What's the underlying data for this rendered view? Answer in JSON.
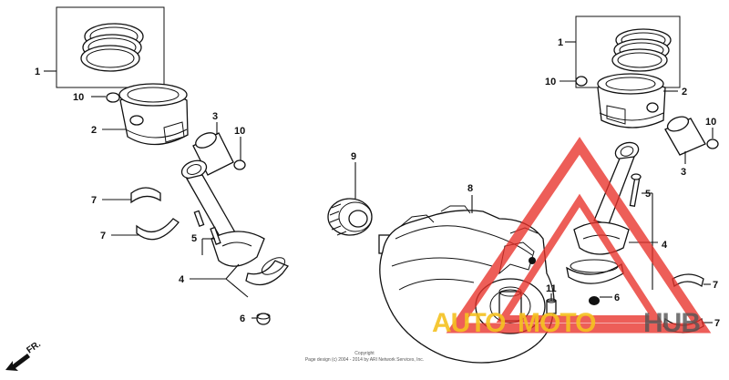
{
  "labels": {
    "l_1a": "1",
    "l_10a": "10",
    "l_2a": "2",
    "l_3a": "3",
    "l_10b": "10",
    "l_7a": "7",
    "l_7b": "7",
    "l_5a": "5",
    "l_4a": "4",
    "l_6a": "6",
    "l_9": "9",
    "l_8": "8",
    "l_1b": "1",
    "l_10c": "10",
    "l_2b": "2",
    "l_10d": "10",
    "l_3b": "3",
    "l_5b": "5",
    "l_4b": "4",
    "l_11": "11",
    "l_6b": "6",
    "l_7c": "7",
    "l_7d": "7"
  },
  "front_marker": "FR.",
  "copyright": {
    "line1": "Copyright",
    "line2": "Page design (c) 2004 - 2014 by ARI Network Services, Inc."
  },
  "watermark": {
    "part1": "AUTO",
    "part2": "MOTO",
    "part3": "HUB",
    "colors": {
      "red": "#e8312a",
      "yellow": "#f5c220",
      "gray": "#555555"
    }
  }
}
